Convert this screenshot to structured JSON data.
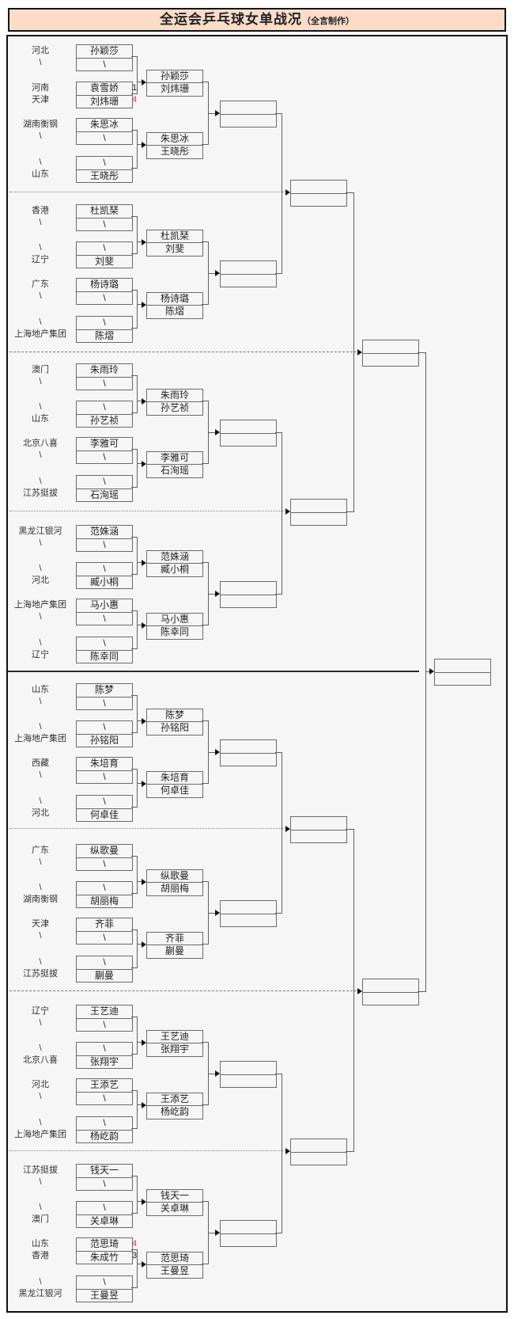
{
  "title": {
    "main": "全运会乒乓球女单战况",
    "credit": "（全言制作）"
  },
  "colors": {
    "title_bg": "#fadcc9",
    "board_bg": "#f6f6f6",
    "line": "#5f5f5f",
    "score_red": "#d93a2b"
  },
  "bracket": {
    "sections": [
      {
        "pairs": [
          {
            "labels": [
              "河北",
              "\\"
            ],
            "rows": [
              "孙颖莎",
              "\\"
            ],
            "scores": null
          },
          {
            "labels": [
              "河南",
              "天津"
            ],
            "rows": [
              "袁雪娇",
              "刘炜珊"
            ],
            "scores": [
              {
                "v": "1",
                "red": false
              },
              {
                "v": "4",
                "red": true
              }
            ]
          },
          {
            "labels": [
              "湖南衡钢",
              "\\"
            ],
            "rows": [
              "朱思冰",
              "\\"
            ],
            "scores": null
          },
          {
            "labels": [
              "\\",
              "山东"
            ],
            "rows": [
              "\\",
              "王晓彤"
            ],
            "scores": null
          }
        ],
        "round2": [
          [
            "孙颖莎",
            "刘炜珊"
          ],
          [
            "朱思冰",
            "王晓彤"
          ]
        ]
      },
      {
        "pairs": [
          {
            "labels": [
              "香港",
              "\\"
            ],
            "rows": [
              "杜凯琹",
              "\\"
            ],
            "scores": null
          },
          {
            "labels": [
              "\\",
              "辽宁"
            ],
            "rows": [
              "\\",
              "刘斐"
            ],
            "scores": null
          },
          {
            "labels": [
              "广东",
              "\\"
            ],
            "rows": [
              "杨诗璐",
              "\\"
            ],
            "scores": null
          },
          {
            "labels": [
              "\\",
              "上海地产集团"
            ],
            "rows": [
              "\\",
              "陈熠"
            ],
            "scores": null
          }
        ],
        "round2": [
          [
            "杜凯琹",
            "刘斐"
          ],
          [
            "杨诗璐",
            "陈熠"
          ]
        ]
      },
      {
        "pairs": [
          {
            "labels": [
              "澳门",
              "\\"
            ],
            "rows": [
              "朱雨玲",
              "\\"
            ],
            "scores": null
          },
          {
            "labels": [
              "\\",
              "山东"
            ],
            "rows": [
              "\\",
              "孙艺祯"
            ],
            "scores": null
          },
          {
            "labels": [
              "北京八喜",
              "\\"
            ],
            "rows": [
              "李雅可",
              "\\"
            ],
            "scores": null
          },
          {
            "labels": [
              "\\",
              "江苏挺拔"
            ],
            "rows": [
              "\\",
              "石洵瑶"
            ],
            "scores": null
          }
        ],
        "round2": [
          [
            "朱雨玲",
            "孙艺祯"
          ],
          [
            "李雅可",
            "石洵瑶"
          ]
        ]
      },
      {
        "pairs": [
          {
            "labels": [
              "黑龙江银河",
              "\\"
            ],
            "rows": [
              "范姝涵",
              "\\"
            ],
            "scores": null
          },
          {
            "labels": [
              "\\",
              "河北"
            ],
            "rows": [
              "\\",
              "臧小桐"
            ],
            "scores": null
          },
          {
            "labels": [
              "上海地产集团",
              "\\"
            ],
            "rows": [
              "马小惠",
              "\\"
            ],
            "scores": null
          },
          {
            "labels": [
              "\\",
              "辽宁"
            ],
            "rows": [
              "\\",
              "陈幸同"
            ],
            "scores": null
          }
        ],
        "round2": [
          [
            "范姝涵",
            "臧小桐"
          ],
          [
            "马小惠",
            "陈幸同"
          ]
        ]
      },
      {
        "pairs": [
          {
            "labels": [
              "山东",
              "\\"
            ],
            "rows": [
              "陈梦",
              "\\"
            ],
            "scores": null
          },
          {
            "labels": [
              "\\",
              "上海地产集团"
            ],
            "rows": [
              "\\",
              "孙铭阳"
            ],
            "scores": null
          },
          {
            "labels": [
              "西藏",
              "\\"
            ],
            "rows": [
              "朱培育",
              "\\"
            ],
            "scores": null
          },
          {
            "labels": [
              "\\",
              "河北"
            ],
            "rows": [
              "\\",
              "何卓佳"
            ],
            "scores": null
          }
        ],
        "round2": [
          [
            "陈梦",
            "孙铭阳"
          ],
          [
            "朱培育",
            "何卓佳"
          ]
        ]
      },
      {
        "pairs": [
          {
            "labels": [
              "广东",
              "\\"
            ],
            "rows": [
              "纵歌曼",
              "\\"
            ],
            "scores": null
          },
          {
            "labels": [
              "\\",
              "湖南衡钢"
            ],
            "rows": [
              "\\",
              "胡丽梅"
            ],
            "scores": null
          },
          {
            "labels": [
              "天津",
              "\\"
            ],
            "rows": [
              "齐菲",
              "\\"
            ],
            "scores": null
          },
          {
            "labels": [
              "\\",
              "江苏挺拔"
            ],
            "rows": [
              "\\",
              "蒯曼"
            ],
            "scores": null
          }
        ],
        "round2": [
          [
            "纵歌曼",
            "胡丽梅"
          ],
          [
            "齐菲",
            "蒯曼"
          ]
        ]
      },
      {
        "pairs": [
          {
            "labels": [
              "辽宁",
              "\\"
            ],
            "rows": [
              "王艺迪",
              "\\"
            ],
            "scores": null
          },
          {
            "labels": [
              "\\",
              "北京八喜"
            ],
            "rows": [
              "\\",
              "张翔宇"
            ],
            "scores": null
          },
          {
            "labels": [
              "河北",
              "\\"
            ],
            "rows": [
              "王添艺",
              "\\"
            ],
            "scores": null
          },
          {
            "labels": [
              "\\",
              "上海地产集团"
            ],
            "rows": [
              "\\",
              "杨屹韵"
            ],
            "scores": null
          }
        ],
        "round2": [
          [
            "王艺迪",
            "张翔宇"
          ],
          [
            "王添艺",
            "杨屹韵"
          ]
        ]
      },
      {
        "pairs": [
          {
            "labels": [
              "江苏挺拔",
              "\\"
            ],
            "rows": [
              "钱天一",
              "\\"
            ],
            "scores": null
          },
          {
            "labels": [
              "\\",
              "澳门"
            ],
            "rows": [
              "\\",
              "关卓琳"
            ],
            "scores": null
          },
          {
            "labels": [
              "山东",
              "香港"
            ],
            "rows": [
              "范思琦",
              "朱成竹"
            ],
            "scores": [
              {
                "v": "4",
                "red": true
              },
              {
                "v": "3",
                "red": false
              }
            ]
          },
          {
            "labels": [
              "\\",
              "黑龙江银河"
            ],
            "rows": [
              "\\",
              "王曼昱"
            ],
            "scores": null
          }
        ],
        "round2": [
          [
            "钱天一",
            "关卓琳"
          ],
          [
            "范思琦",
            "王曼昱"
          ]
        ]
      }
    ],
    "separators": [
      "dotted",
      "dashdot",
      "dotted",
      "solid",
      "dotted",
      "dashdot",
      "dotted"
    ]
  }
}
